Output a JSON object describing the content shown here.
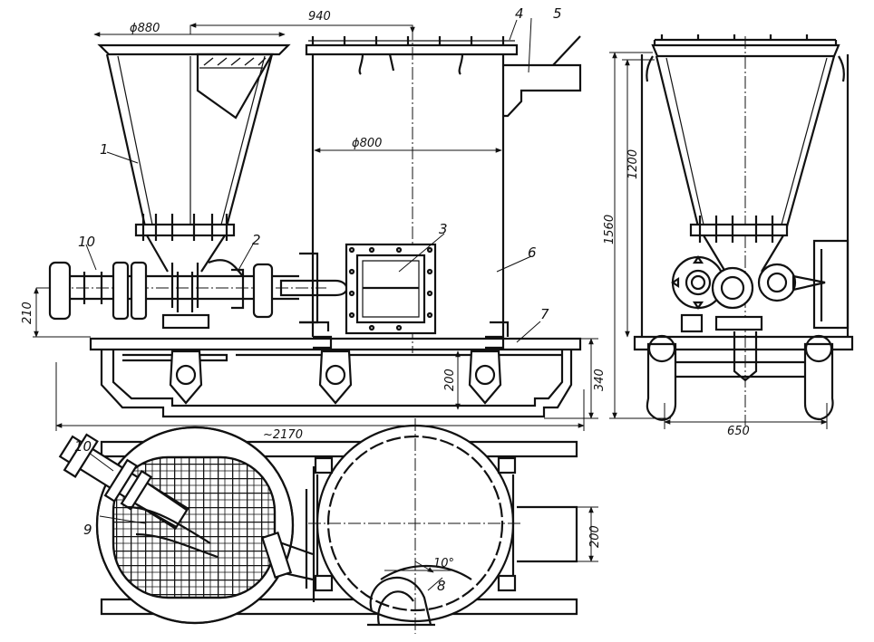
{
  "dimensions": {
    "d880": "ϕ880",
    "d940": "940",
    "d800": "ϕ800",
    "d210": "210",
    "d200_front": "200",
    "d340": "340",
    "d2170": "~2170",
    "d1560": "1560",
    "d1200": "1200",
    "d650": "650",
    "d200_plan": "200",
    "angle10": "10°"
  },
  "callouts": {
    "c1": "1",
    "c2": "2",
    "c3": "3",
    "c4": "4",
    "c5": "5",
    "c6": "6",
    "c7": "7",
    "c8": "8",
    "c9": "9",
    "c10_front": "10",
    "c10_plan": "10"
  }
}
